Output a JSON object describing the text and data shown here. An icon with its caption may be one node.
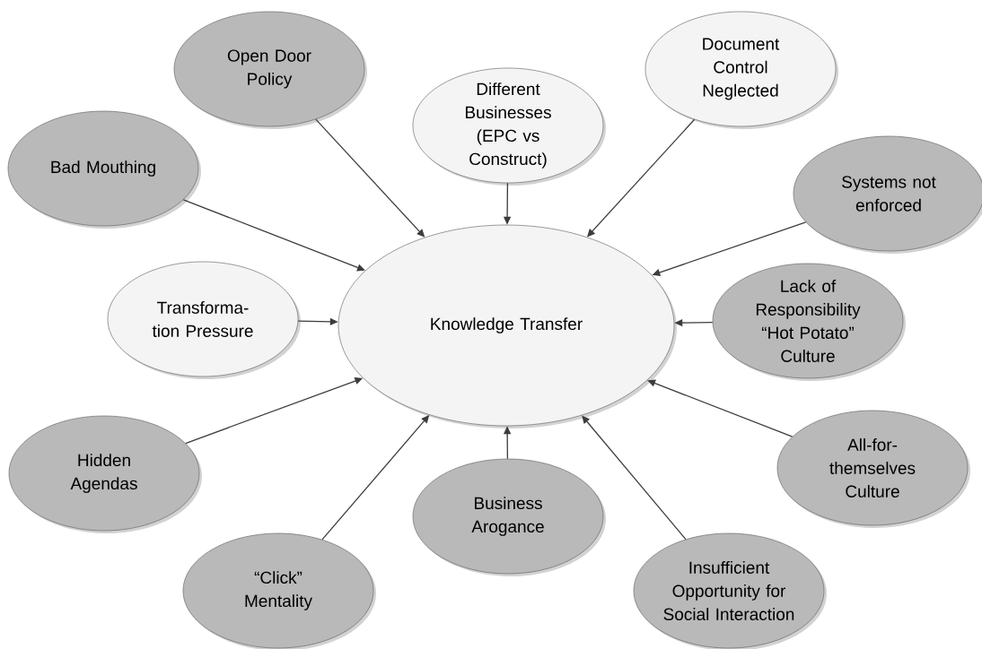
{
  "diagram": {
    "nodes": [
      {
        "text": [
          "Knowledge Transfer"
        ]
      },
      {
        "text": [
          "Open Door Policy"
        ]
      },
      {
        "text": [
          "Different Businesses (EPC vs Construct)"
        ]
      },
      {
        "text": [
          "Document Control Neglected"
        ]
      },
      {
        "text": [
          "Bad Mouthing"
        ]
      },
      {
        "text": [
          "Systems not enforced"
        ]
      },
      {
        "text": [
          "Transforma- tion Pressure"
        ]
      },
      {
        "text": [
          "Lack of Responsibility “Hot Potato” Culture"
        ]
      },
      {
        "text": [
          "Hidden Agendas"
        ]
      },
      {
        "text": [
          "All-for- themselves Culture"
        ]
      },
      {
        "text": [
          "Business Arogance"
        ]
      },
      {
        "text": [
          "“Click” Mentality"
        ]
      },
      {
        "text": [
          "Insufficient Opportunity for Social Interaction"
        ]
      }
    ],
    "edges": [
      {
        "from": 1,
        "to": 0,
        "arrow": "to"
      },
      {
        "from": 2,
        "to": 0,
        "arrow": "to"
      },
      {
        "from": 3,
        "to": 0,
        "arrow": "to"
      },
      {
        "from": 4,
        "to": 0,
        "arrow": "to"
      },
      {
        "from": 5,
        "to": 0,
        "arrow": "to"
      },
      {
        "from": 6,
        "to": 0,
        "arrow": "to"
      },
      {
        "from": 7,
        "to": 0,
        "arrow": "to"
      },
      {
        "from": 8,
        "to": 0,
        "arrow": "to"
      },
      {
        "from": 9,
        "to": 0,
        "arrow": "to"
      },
      {
        "from": 10,
        "to": 0,
        "arrow": "to"
      },
      {
        "from": 11,
        "to": 0,
        "arrow": "to"
      },
      {
        "from": 12,
        "to": 0,
        "arrow": "to"
      }
    ]
  }
}
